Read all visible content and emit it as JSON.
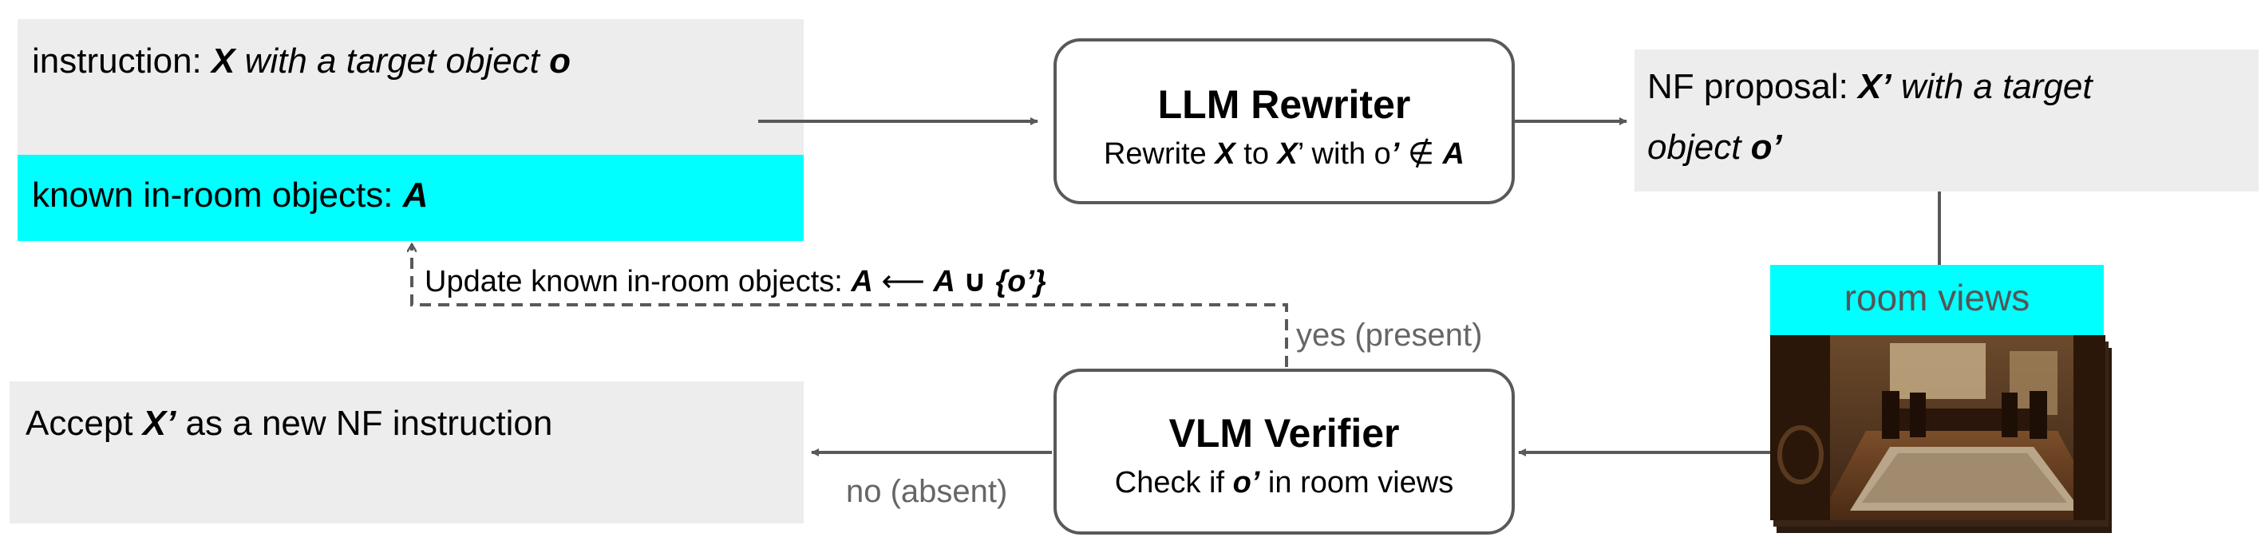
{
  "instruction_box": {
    "prefix": "instruction: ",
    "x": "X",
    "middle": " with a target object ",
    "o": "o"
  },
  "known_box": {
    "prefix": "known in-room objects: ",
    "a": "A"
  },
  "rewriter": {
    "title": "LLM Rewriter",
    "sub_prefix": "Rewrite ",
    "sub_x": "X",
    "sub_to": " to ",
    "sub_xp": "X",
    "sub_prime": "’",
    "sub_with": " with o",
    "sub_prime2": "’",
    "sub_notin": " ∉ ",
    "sub_a": "A"
  },
  "proposal_box": {
    "prefix": "NF proposal: ",
    "xp": "X’",
    "middle": " with a target",
    "line2_prefix": "object ",
    "op": "o’"
  },
  "room_views_label": "room views",
  "update_label": {
    "prefix": "Update known in-room objects: ",
    "a1": "A",
    "arrow": " ⟵ ",
    "a2": "A",
    "union": " ∪ ",
    "set": "{o’}"
  },
  "yes_label": "yes (present)",
  "no_label": "no (absent)",
  "accept_box": {
    "prefix": "Accept ",
    "xp": "X’",
    "suffix": " as a new NF instruction"
  },
  "verifier": {
    "title": "VLM Verifier",
    "sub_prefix": "Check if ",
    "sub_op": "o’",
    "sub_suffix": " in room views"
  },
  "colors": {
    "cyan": "#00ffff",
    "gray_box": "#ededed",
    "arrow": "#595959"
  }
}
